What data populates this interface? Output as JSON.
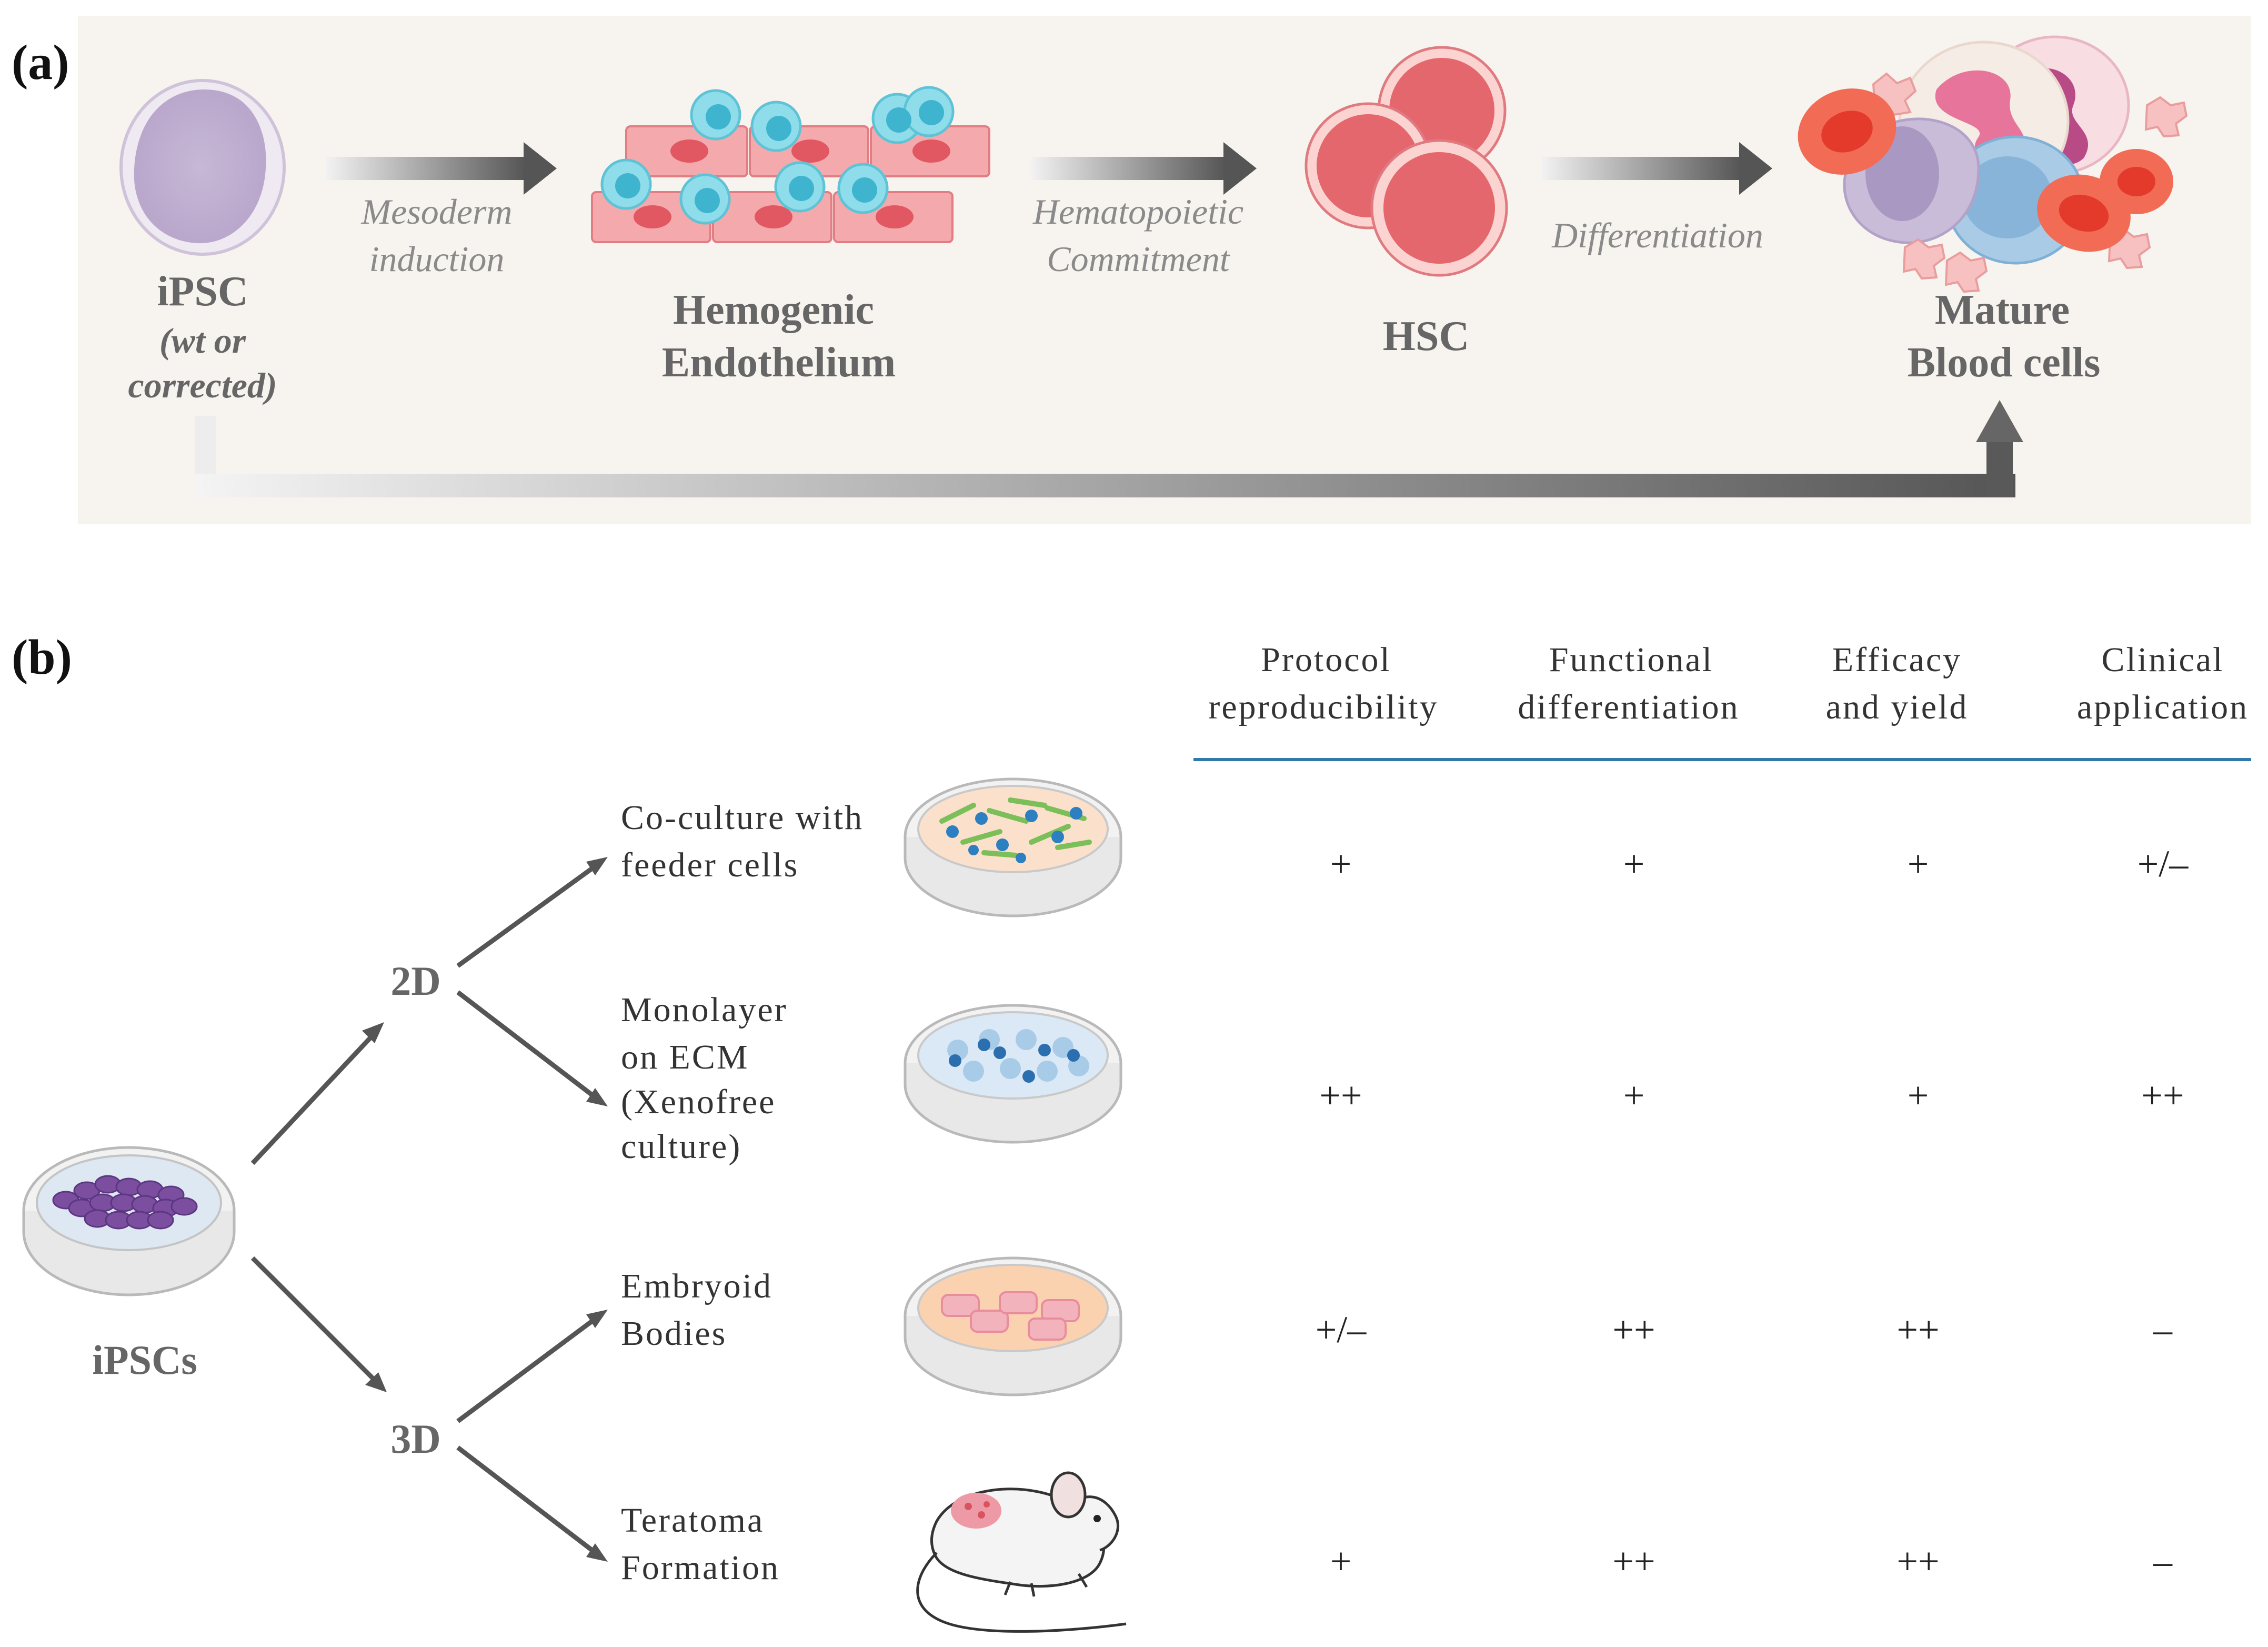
{
  "panel_a": {
    "label": "(a)",
    "steps": {
      "ipsc": {
        "title": "iPSC",
        "subtitle_lines": [
          "(wt or",
          "corrected)"
        ]
      },
      "hemogenic": {
        "lines": [
          "Hemogenic",
          "Endothelium"
        ]
      },
      "hsc": {
        "title": "HSC"
      },
      "mature": {
        "lines": [
          "Mature",
          "Blood cells"
        ]
      }
    },
    "arrows": {
      "mesoderm": [
        "Mesoderm",
        "induction"
      ],
      "hematopoietic": [
        "Hematopoietic",
        "Commitment"
      ],
      "differentiation": [
        "Differentiation"
      ]
    }
  },
  "panel_b": {
    "label": "(b)",
    "source": "iPSCs",
    "branches": {
      "two_d": "2D",
      "three_d": "3D"
    },
    "columns": [
      [
        "Protocol",
        "reproducibility"
      ],
      [
        "Functional",
        "differentiation"
      ],
      [
        "Efficacy",
        "and yield"
      ],
      [
        "Clinical",
        "application"
      ]
    ],
    "rows": [
      {
        "method_lines": [
          "Co-culture with",
          "feeder cells"
        ],
        "values": [
          "+",
          "+",
          "+",
          "+/–"
        ]
      },
      {
        "method_lines": [
          "Monolayer",
          "on ECM",
          "(Xenofree",
          "culture)"
        ],
        "values": [
          "++",
          "+",
          "+",
          "++"
        ]
      },
      {
        "method_lines": [
          "Embryoid",
          "Bodies"
        ],
        "values": [
          "+/–",
          "++",
          "++",
          "–"
        ]
      },
      {
        "method_lines": [
          "Teratoma",
          "Formation"
        ],
        "values": [
          "+",
          "++",
          "++",
          "–"
        ]
      }
    ],
    "icons": [
      "feeder-dish-icon",
      "monolayer-dish-icon",
      "embryoid-dish-icon",
      "mouse-icon",
      "ipsc-dish-icon"
    ]
  },
  "colors": {
    "panel_a_bg": "#f7f3ee",
    "table_rule": "#2f79ad",
    "arrow_dark": "#4a4a4a"
  }
}
